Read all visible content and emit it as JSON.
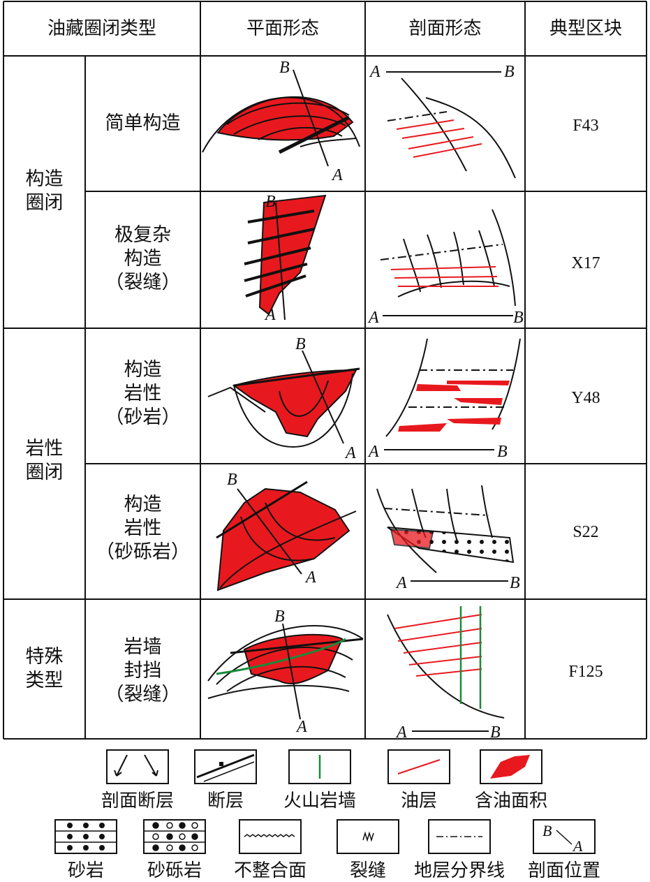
{
  "table": {
    "headers": {
      "type": "油藏圈闭类型",
      "plan": "平面形态",
      "section": "剖面形态",
      "block": "典型区块"
    },
    "groups": [
      {
        "label_lines": [
          "构造",
          "圈闭"
        ]
      },
      {
        "label_lines": [
          "岩性",
          "圈闭"
        ]
      },
      {
        "label_lines": [
          "特殊",
          "类型"
        ]
      }
    ],
    "rows": [
      {
        "subtype_lines": [
          "简单构造"
        ],
        "block": "F43"
      },
      {
        "subtype_lines": [
          "极复杂",
          "构造",
          "（裂缝）"
        ],
        "block": "X17"
      },
      {
        "subtype_lines": [
          "构造",
          "岩性",
          "（砂岩）"
        ],
        "block": "Y48"
      },
      {
        "subtype_lines": [
          "构造",
          "岩性",
          "（砂砾岩）"
        ],
        "block": "S22"
      },
      {
        "subtype_lines": [
          "岩墙",
          "封挡",
          "（裂缝）"
        ],
        "block": "F125"
      }
    ],
    "marker_a": "A",
    "marker_b": "B"
  },
  "legend": {
    "items": [
      {
        "label": "剖面断层",
        "icon": "section-fault-icon"
      },
      {
        "label": "断层",
        "icon": "fault-icon"
      },
      {
        "label": "火山岩墙",
        "icon": "volcanic-dike-icon"
      },
      {
        "label": "油层",
        "icon": "oil-layer-icon"
      },
      {
        "label": "含油面积",
        "icon": "oil-area-icon"
      },
      {
        "label": "砂岩",
        "icon": "sandstone-icon"
      },
      {
        "label": "砂砾岩",
        "icon": "conglomerate-icon"
      },
      {
        "label": "不整合面",
        "icon": "unconformity-icon"
      },
      {
        "label": "裂缝",
        "icon": "fracture-icon"
      },
      {
        "label": "地层分界线",
        "icon": "stratum-boundary-icon"
      },
      {
        "label": "剖面位置",
        "icon": "section-location-icon"
      }
    ]
  },
  "colors": {
    "oil": "#e8191e",
    "dike": "#1a8a3a",
    "line": "#111111"
  }
}
